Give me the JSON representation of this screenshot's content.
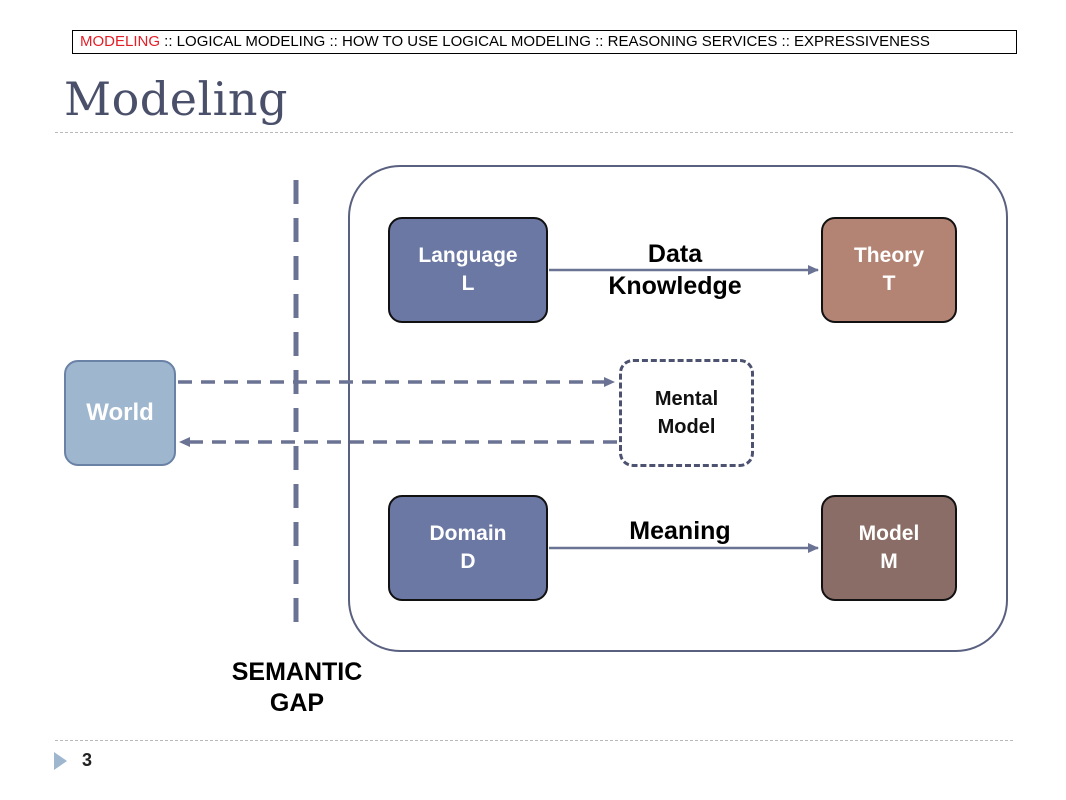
{
  "breadcrumb": {
    "active": "MODELING",
    "rest": " ::  LOGICAL MODELING :: HOW TO USE LOGICAL MODELING :: REASONING SERVICES :: EXPRESSIVENESS"
  },
  "slide": {
    "title": "Modeling",
    "page_number": "3"
  },
  "diagram": {
    "nodes": {
      "language": [
        "Language",
        "L"
      ],
      "theory": [
        "Theory",
        "T"
      ],
      "domain": [
        "Domain",
        "D"
      ],
      "model": [
        "Model",
        "M"
      ],
      "mental": [
        "Mental",
        "Model"
      ],
      "world": "World"
    },
    "edges": {
      "language_to_theory": [
        "Data",
        "Knowledge"
      ],
      "domain_to_model": "Meaning"
    },
    "gap_label": [
      "SEMANTIC",
      "GAP"
    ]
  },
  "colors": {
    "language": "#6b78a3",
    "theory": "#b38473",
    "domain": "#6b78a3",
    "model": "#8a6d66",
    "world": "#9fb6cf",
    "arrow": "#6b7394",
    "breadcrumb_active": "#e41e26"
  }
}
